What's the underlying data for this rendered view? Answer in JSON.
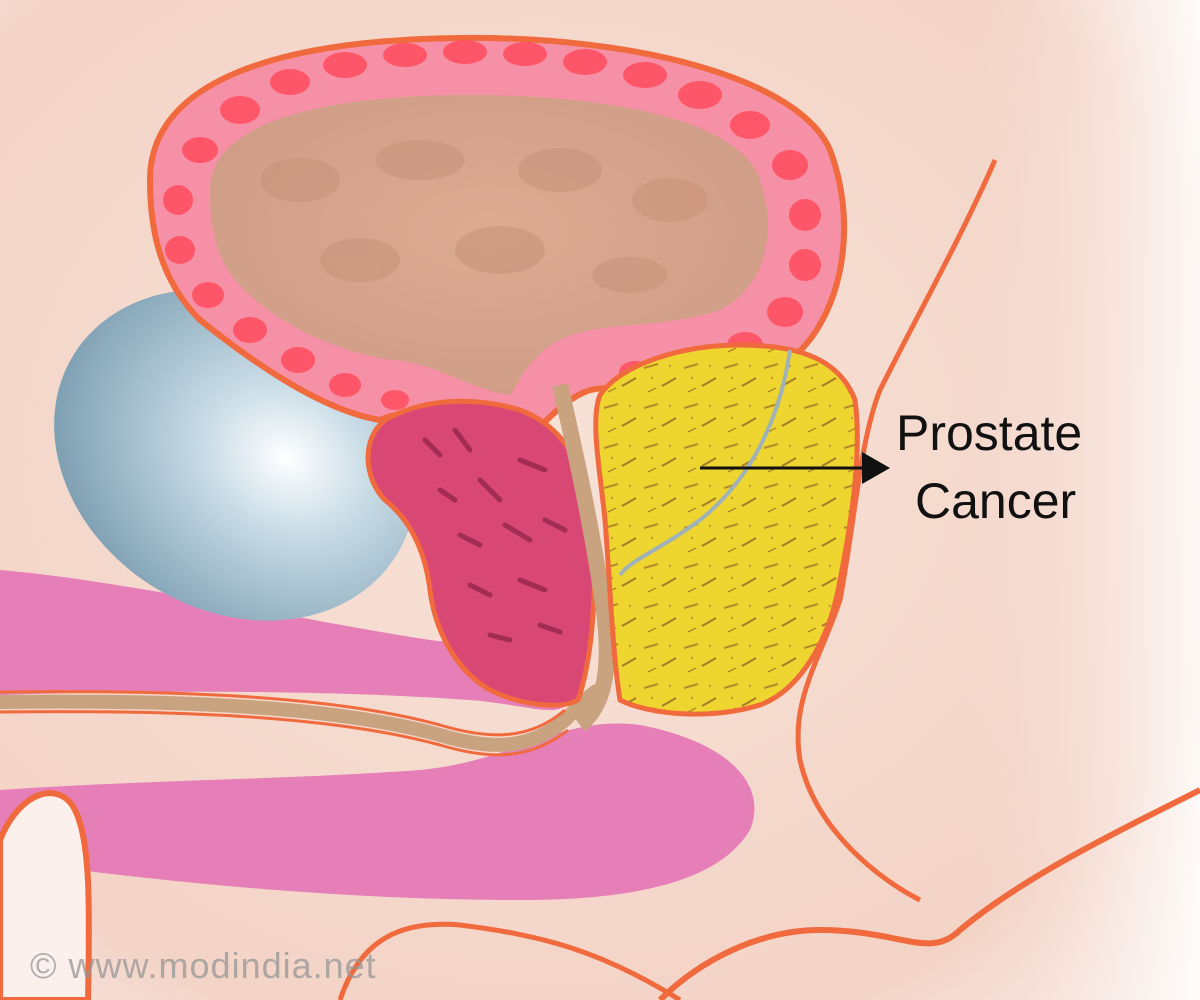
{
  "diagram": {
    "label_lines": [
      "Prostate",
      "Cancer"
    ],
    "watermark": "© www.modindia.net"
  },
  "colors": {
    "background": "#f6ddd3",
    "outline": "#f06a3e",
    "bladder_wall": "#f590a6",
    "bladder_cells": "#ff4d5f",
    "bladder_interior": "#d8a48a",
    "pubic_bone": "#98b6c6",
    "penis_tissue": "#e67fb7",
    "urethra": "#c9a27f",
    "prostate_healthy": "#d94775",
    "prostate_cancer": "#eed530"
  }
}
